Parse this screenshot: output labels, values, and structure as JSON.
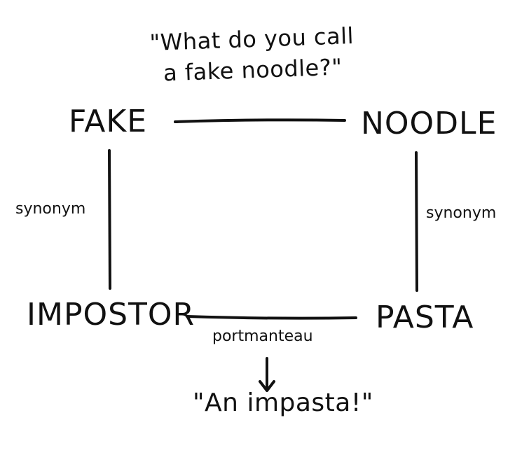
{
  "question": {
    "line1": "\"What do you call",
    "line2": "a fake noodle?\""
  },
  "nodes": {
    "fake": "FAKE",
    "noodle": "NOODLE",
    "impostor": "IMPOSTOR",
    "pasta": "PASTA"
  },
  "edges": {
    "left_label": "synonym",
    "right_label": "synonym",
    "bottom_label": "portmanteau"
  },
  "answer": "\"An impasta!\""
}
